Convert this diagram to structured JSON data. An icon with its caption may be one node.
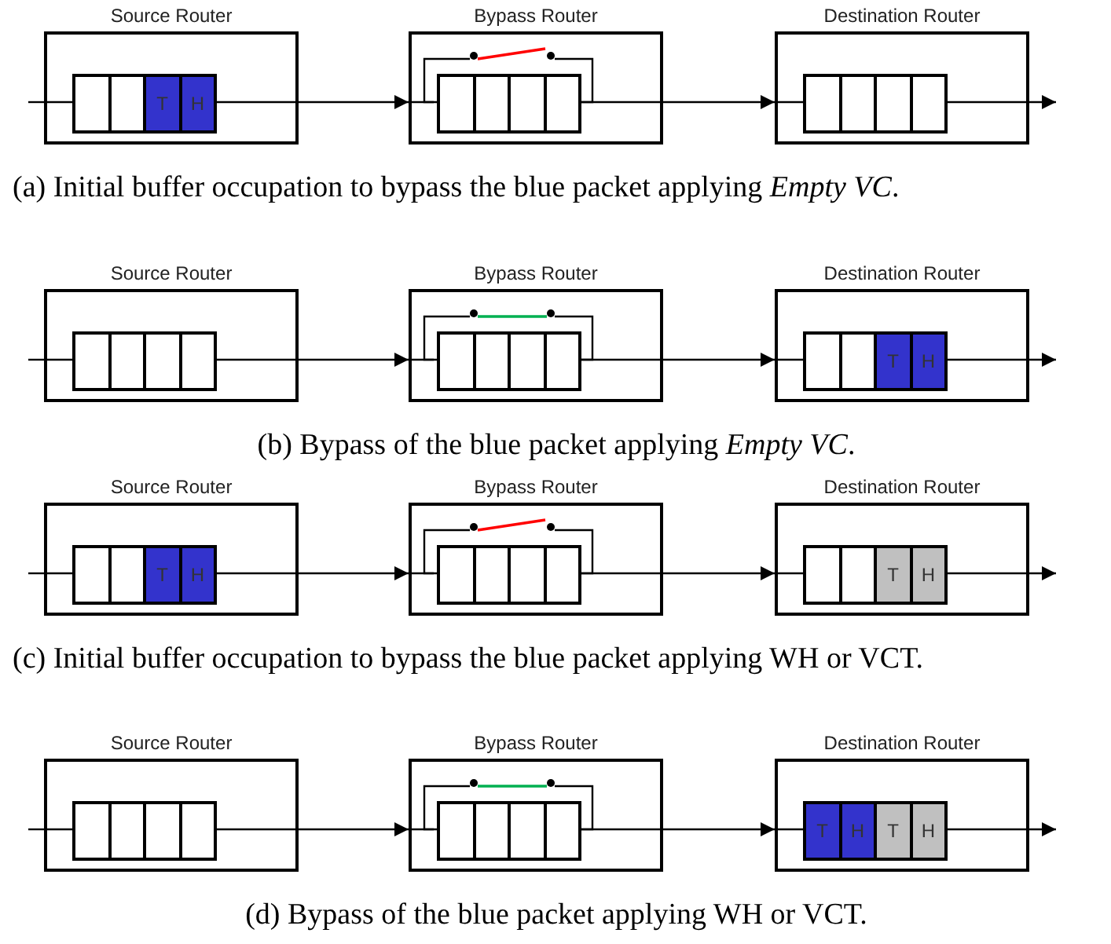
{
  "diagram": {
    "nodes": [
      {
        "text": [
          "Source Router"
        ]
      },
      {
        "text": [],
        "shape": "box",
        "in": 0
      },
      {
        "text": [],
        "shape": "box",
        "in": 0
      },
      {
        "text": [
          "T"
        ],
        "in": 0
      },
      {
        "text": [
          "H"
        ],
        "in": 0
      },
      {
        "text": [
          "Bypass Router"
        ]
      },
      {
        "text": [],
        "shape": "circle",
        "in": 5
      },
      {
        "text": [],
        "shape": "circle",
        "in": 5
      },
      {
        "text": [],
        "shape": "box",
        "in": 5
      },
      {
        "text": [],
        "shape": "box",
        "in": 5
      },
      {
        "text": [],
        "shape": "box",
        "in": 5
      },
      {
        "text": [],
        "shape": "box",
        "in": 5
      },
      {
        "text": [
          "Destination Router"
        ]
      },
      {
        "text": [],
        "shape": "box",
        "in": 12
      },
      {
        "text": [],
        "shape": "box",
        "in": 12
      },
      {
        "text": [],
        "shape": "box",
        "in": 12
      },
      {
        "text": [],
        "shape": "box",
        "in": 12
      },
      {
        "text": [
          "Source Router"
        ]
      },
      {
        "text": [],
        "shape": "box",
        "in": 17
      },
      {
        "text": [],
        "shape": "box",
        "in": 17
      },
      {
        "text": [],
        "shape": "box",
        "in": 17
      },
      {
        "text": [],
        "shape": "box",
        "in": 17
      },
      {
        "text": [
          "Bypass Router"
        ]
      },
      {
        "text": [],
        "shape": "circle",
        "in": 22
      },
      {
        "text": [],
        "shape": "circle",
        "in": 22
      },
      {
        "text": [],
        "shape": "box",
        "in": 22
      },
      {
        "text": [],
        "shape": "box",
        "in": 22
      },
      {
        "text": [],
        "shape": "box",
        "in": 22
      },
      {
        "text": [],
        "shape": "box",
        "in": 22
      },
      {
        "text": [
          "Destination Router"
        ]
      },
      {
        "text": [],
        "shape": "box",
        "in": 29
      },
      {
        "text": [],
        "shape": "box",
        "in": 29
      },
      {
        "text": [
          "T"
        ],
        "in": 29
      },
      {
        "text": [
          "H"
        ],
        "in": 29
      },
      {
        "text": [
          "Source Router"
        ]
      },
      {
        "text": [],
        "shape": "box",
        "in": 34
      },
      {
        "text": [],
        "shape": "box",
        "in": 34
      },
      {
        "text": [
          "T"
        ],
        "in": 34
      },
      {
        "text": [
          "H"
        ],
        "in": 34
      },
      {
        "text": [
          "Bypass Router"
        ]
      },
      {
        "text": [],
        "shape": "circle",
        "in": 39
      },
      {
        "text": [],
        "shape": "circle",
        "in": 39
      },
      {
        "text": [],
        "shape": "box",
        "in": 39
      },
      {
        "text": [],
        "shape": "box",
        "in": 39
      },
      {
        "text": [],
        "shape": "box",
        "in": 39
      },
      {
        "text": [],
        "shape": "box",
        "in": 39
      },
      {
        "text": [
          "Destination Router"
        ]
      },
      {
        "text": [],
        "shape": "box",
        "in": 46
      },
      {
        "text": [],
        "shape": "box",
        "in": 46
      },
      {
        "text": [
          "T"
        ],
        "in": 46
      },
      {
        "text": [
          "H"
        ],
        "in": 46
      },
      {
        "text": [
          "Source Router"
        ]
      },
      {
        "text": [],
        "shape": "box",
        "in": 51
      },
      {
        "text": [],
        "shape": "box",
        "in": 51
      },
      {
        "text": [],
        "shape": "box",
        "in": 51
      },
      {
        "text": [],
        "shape": "box",
        "in": 51
      },
      {
        "text": [
          "Bypass Router"
        ]
      },
      {
        "text": [],
        "shape": "circle",
        "in": 56
      },
      {
        "text": [],
        "shape": "circle",
        "in": 56
      },
      {
        "text": [],
        "shape": "box",
        "in": 56
      },
      {
        "text": [],
        "shape": "box",
        "in": 56
      },
      {
        "text": [],
        "shape": "box",
        "in": 56
      },
      {
        "text": [],
        "shape": "box",
        "in": 56
      },
      {
        "text": [
          "Destination Router"
        ]
      },
      {
        "text": [
          "T"
        ],
        "in": 63
      },
      {
        "text": [
          "H"
        ],
        "in": 63
      },
      {
        "text": [
          "T"
        ],
        "in": 63
      },
      {
        "text": [
          "H"
        ],
        "in": 63
      }
    ],
    "edges": [
      {
        "from": null,
        "to": 0,
        "arrow": "none"
      },
      {
        "from": 0,
        "to": 5,
        "arrow": "to"
      },
      {
        "from": 5,
        "to": 12,
        "arrow": "to"
      },
      {
        "from": 12,
        "to": null,
        "arrow": "to"
      },
      {
        "from": 6,
        "to": 7,
        "arrow": "none",
        "color": "#ff0000"
      },
      {
        "from": 8,
        "to": 6,
        "arrow": "none"
      },
      {
        "from": 7,
        "to": 11,
        "arrow": "none"
      },
      {
        "from": null,
        "to": 17,
        "arrow": "none"
      },
      {
        "from": 17,
        "to": 22,
        "arrow": "to"
      },
      {
        "from": 22,
        "to": 29,
        "arrow": "to"
      },
      {
        "from": 29,
        "to": null,
        "arrow": "to"
      },
      {
        "from": 23,
        "to": 24,
        "arrow": "none",
        "color": "#00b050"
      },
      {
        "from": 25,
        "to": 23,
        "arrow": "none"
      },
      {
        "from": 24,
        "to": 28,
        "arrow": "none"
      },
      {
        "from": null,
        "to": 34,
        "arrow": "none"
      },
      {
        "from": 34,
        "to": 39,
        "arrow": "to"
      },
      {
        "from": 39,
        "to": 46,
        "arrow": "to"
      },
      {
        "from": 46,
        "to": null,
        "arrow": "to"
      },
      {
        "from": 40,
        "to": 41,
        "arrow": "none",
        "color": "#ff0000"
      },
      {
        "from": 42,
        "to": 40,
        "arrow": "none"
      },
      {
        "from": 41,
        "to": 45,
        "arrow": "none"
      },
      {
        "from": null,
        "to": 51,
        "arrow": "none"
      },
      {
        "from": 51,
        "to": 56,
        "arrow": "to"
      },
      {
        "from": 56,
        "to": 63,
        "arrow": "to"
      },
      {
        "from": 63,
        "to": null,
        "arrow": "to"
      },
      {
        "from": 57,
        "to": 58,
        "arrow": "none",
        "color": "#00b050"
      },
      {
        "from": 59,
        "to": 57,
        "arrow": "none"
      },
      {
        "from": 58,
        "to": 62,
        "arrow": "none"
      }
    ],
    "labels": [
      "(a) Initial buffer occupation to bypass the blue packet applying *Empty VC*.",
      "(b) Bypass of the blue packet applying *Empty VC*.",
      "(c) Initial buffer occupation to bypass the blue packet applying WH or VCT.",
      "(d) Bypass of the blue packet applying WH or VCT."
    ]
  }
}
